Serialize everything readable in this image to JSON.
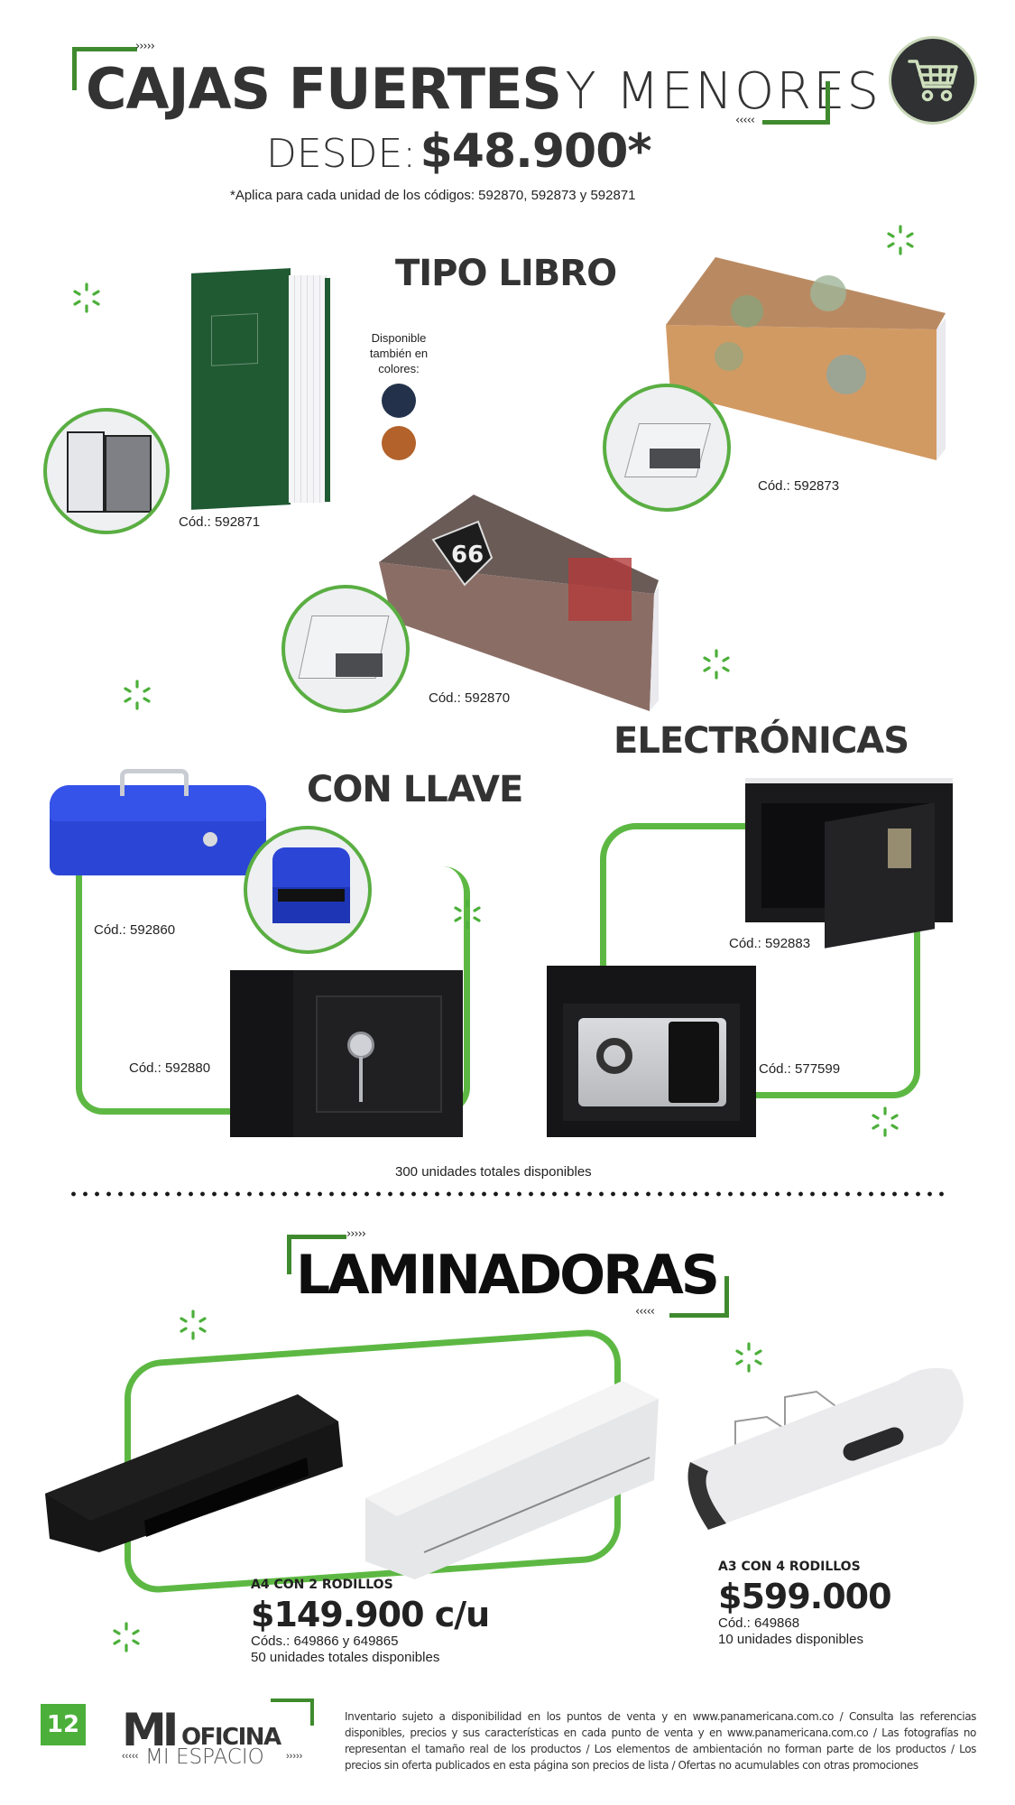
{
  "header": {
    "title_bold": "CAJAS FUERTES",
    "title_light": "Y MENORES",
    "desde_label": "DESDE:",
    "desde_price": "$48.900*",
    "chevrons_right": "›››››",
    "chevrons_left": "‹‹‹‹‹",
    "note": "*Aplica para cada unidad de los códigos: 592870, 592873 y 592871",
    "cart_icon": "shopping-cart-icon"
  },
  "tipo_libro": {
    "title": "TIPO LIBRO",
    "colors_note": [
      "Disponible",
      "también en",
      "colores:"
    ],
    "color_swatches": [
      "#23324a",
      "#b2622a"
    ],
    "products": [
      {
        "code": "Cód.: 592871",
        "description": "green book safe"
      },
      {
        "code": "Cód.: 592873",
        "description": "butterfly book safe"
      },
      {
        "code": "Cód.: 592870",
        "description": "route 66 book safe"
      }
    ]
  },
  "con_llave": {
    "title": "CON LLAVE",
    "products": [
      {
        "code": "Cód.: 592860",
        "description": "blue cash box"
      },
      {
        "code": "Cód.: 592880",
        "description": "black key safe"
      }
    ]
  },
  "electronicas": {
    "title": "ELECTRÓNICAS",
    "products": [
      {
        "code": "Cód.: 592883",
        "description": "open electronic safe"
      },
      {
        "code": "Cód.: 577599",
        "description": "electronic keypad safe"
      }
    ]
  },
  "safes_total": "300 unidades totales disponibles",
  "laminadoras": {
    "title": "LAMINADORAS",
    "a4": {
      "title": "A4 CON 2 RODILLOS",
      "price": "$149.900 c/u",
      "codes": "Códs.: 649866 y 649865",
      "units": "50 unidades totales disponibles"
    },
    "a3": {
      "title": "A3 CON 4 RODILLOS",
      "price": "$599.000",
      "codes": "Cód.: 649868",
      "units": "10 unidades disponibles"
    }
  },
  "footer": {
    "page_number": "12",
    "brand_mi": "MI",
    "brand_oficina": "OFICINA",
    "brand_espacio": "MI ESPACIO",
    "brand_chev_left": "‹‹‹‹‹",
    "brand_chev_right": "›››››",
    "disclaimer": "Inventario sujeto a disponibilidad en los puntos de venta y en www.panamericana.com.co / Consulta las referencias disponibles, precios y sus características en cada punto de venta y en www.panamericana.com.co / Las fotografías no representan el tamaño real de los productos / Los elementos de ambientación no forman parte de los productos / Los precios sin oferta publicados en esta página son precios de lista / Ofertas no acumulables con otras promociones"
  },
  "colors": {
    "accent_green": "#4caf3a",
    "dark_text": "#333333",
    "cart_bg": "#2f3133"
  }
}
